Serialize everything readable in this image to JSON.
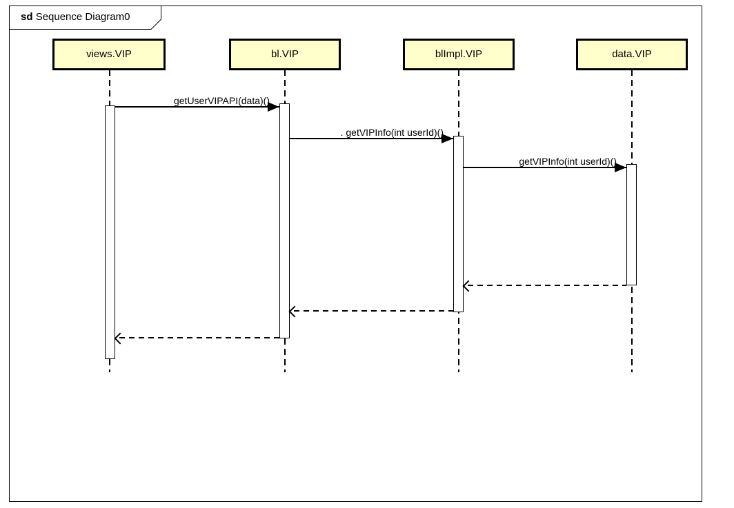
{
  "diagram": {
    "type": "uml-sequence-diagram",
    "frame_keyword": "sd",
    "frame_title": "Sequence Diagram0"
  },
  "colors": {
    "lifeline_fill": "#FFFFCC",
    "line": "#000000",
    "background": "#FFFFFF"
  },
  "lifelines": [
    {
      "name": "views.VIP"
    },
    {
      "name": "bl.VIP"
    },
    {
      "name": "blImpl.VIP"
    },
    {
      "name": "data.VIP"
    }
  ],
  "messages": [
    {
      "label": "getUserVIPAPI(data)()",
      "type": "sync-call",
      "from": "views.VIP",
      "to": "bl.VIP"
    },
    {
      "label": ". getVIPInfo(int userId)()",
      "type": "sync-call",
      "from": "bl.VIP",
      "to": "blImpl.VIP"
    },
    {
      "label": "getVIPInfo(int userId)()",
      "type": "sync-call",
      "from": "blImpl.VIP",
      "to": "data.VIP"
    },
    {
      "label": "",
      "type": "return",
      "from": "data.VIP",
      "to": "blImpl.VIP"
    },
    {
      "label": "",
      "type": "return",
      "from": "blImpl.VIP",
      "to": "bl.VIP"
    },
    {
      "label": "",
      "type": "return",
      "from": "bl.VIP",
      "to": "views.VIP"
    }
  ]
}
